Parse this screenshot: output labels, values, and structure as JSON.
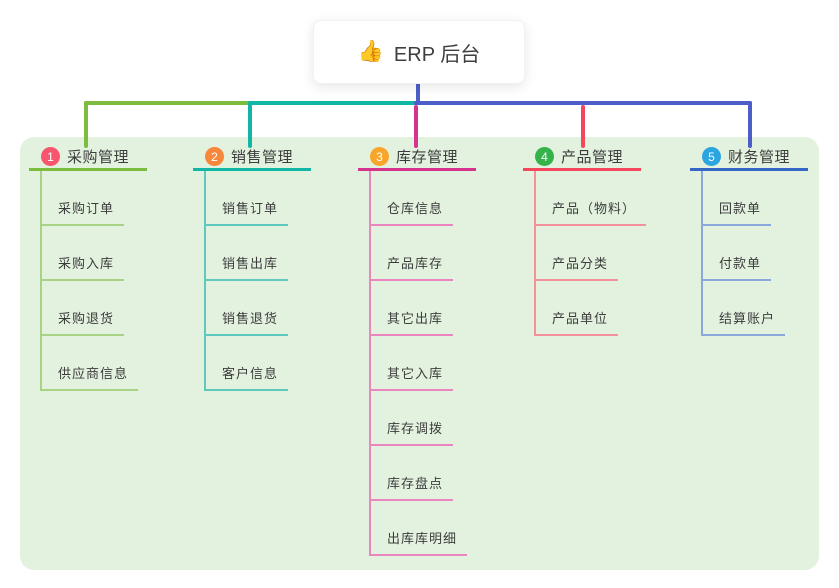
{
  "page": {
    "background": "#ffffff",
    "panel_background": "#e3f2df"
  },
  "root": {
    "emoji": "👍",
    "emoji_name": "thumbs-up-icon",
    "label": "ERP 后台",
    "connector_color": "#4d5ec8"
  },
  "branches": [
    {
      "label": "采购管理",
      "badge": "1",
      "badge_color": "#f8566d",
      "line_color": "#7cbd3f",
      "child_line_color": "#a8d386",
      "children": [
        "采购订单",
        "采购入库",
        "采购退货",
        "供应商信息"
      ]
    },
    {
      "label": "销售管理",
      "badge": "2",
      "badge_color": "#f8863b",
      "line_color": "#13b5a5",
      "child_line_color": "#5fc8bf",
      "children": [
        "销售订单",
        "销售出库",
        "销售退货",
        "客户信息"
      ]
    },
    {
      "label": "库存管理",
      "badge": "3",
      "badge_color": "#f9a52c",
      "line_color": "#d6338f",
      "child_line_color": "#e986c0",
      "children": [
        "仓库信息",
        "产品库存",
        "其它出库",
        "其它入库",
        "库存调拨",
        "库存盘点",
        "出库库明细"
      ]
    },
    {
      "label": "产品管理",
      "badge": "4",
      "badge_color": "#35b24a",
      "line_color": "#f4475c",
      "child_line_color": "#f5919b",
      "children": [
        "产品（物料）",
        "产品分类",
        "产品单位"
      ]
    },
    {
      "label": "财务管理",
      "badge": "5",
      "badge_color": "#2aa5e0",
      "line_color": "#3566c6",
      "child_line_color": "#8aa8dd",
      "children": [
        "回款单",
        "付款单",
        "结算账户"
      ]
    }
  ]
}
